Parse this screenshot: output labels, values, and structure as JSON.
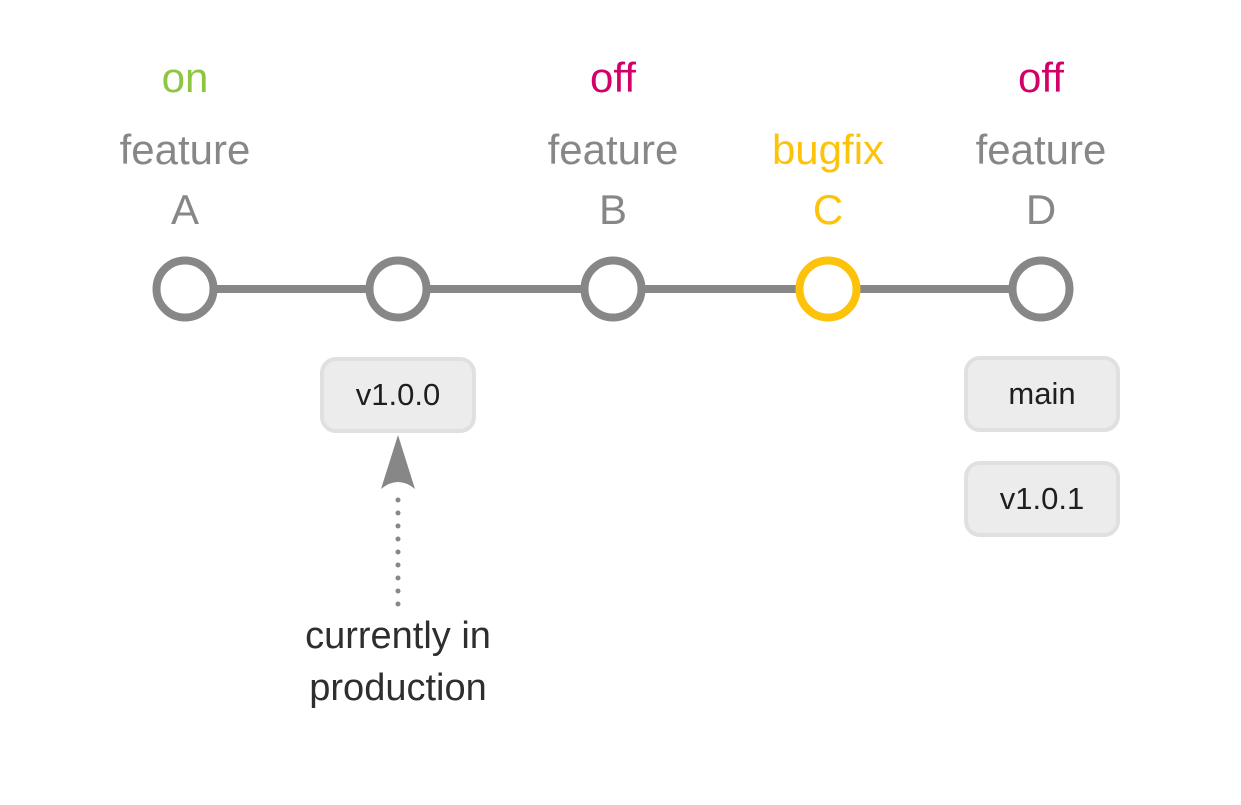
{
  "diagram": {
    "colors": {
      "background": "#ffffff",
      "gray": "#878787",
      "green": "#8dc63f",
      "magenta": "#d4006a",
      "yellow": "#fdc30b",
      "tag_bg": "#ececec",
      "tag_border": "#e0e0e0",
      "tag_text": "#1f1f1f",
      "text_dark": "#2e2e2e"
    },
    "branches": [
      {
        "state": "on",
        "name": "feature",
        "letter": "A"
      },
      {
        "state": "off",
        "name": "feature",
        "letter": "B"
      },
      {
        "name": "bugfix",
        "letter": "C"
      },
      {
        "state": "off",
        "name": "feature",
        "letter": "D"
      }
    ],
    "timeline": {
      "commit_count": 5,
      "highlighted_commit_index": 3
    },
    "tags": [
      {
        "label": "v1.0.0"
      },
      {
        "label": "main"
      },
      {
        "label": "v1.0.1"
      }
    ],
    "annotation": {
      "line1": "currently in",
      "line2": "production"
    }
  }
}
